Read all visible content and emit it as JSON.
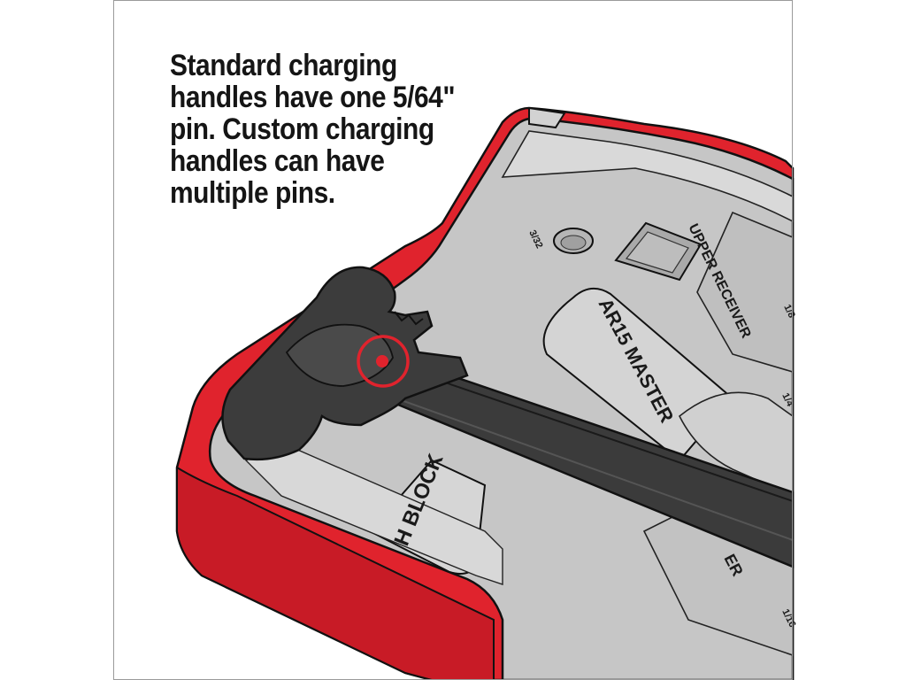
{
  "caption": {
    "lines": [
      "Standard charging",
      "handles have one 5/64\"",
      "pin. Custom charging",
      "handles can have",
      "multiple pins."
    ]
  },
  "tray_labels": {
    "master": "AR15 MASTER",
    "block": "H BLOCK",
    "receiver": "UPPER RECEIVER",
    "size_small": "3/32",
    "side_a": "ER",
    "side_b": "1/8",
    "side_c": "1/4",
    "side_d": "1/16"
  },
  "colors": {
    "case_red": "#e0232d",
    "case_red_dark": "#b51722",
    "tray_gray": "#c9c9c9",
    "tray_light": "#dadada",
    "tool_black": "#3a3a3a",
    "highlight_ring": "#e0232d"
  }
}
